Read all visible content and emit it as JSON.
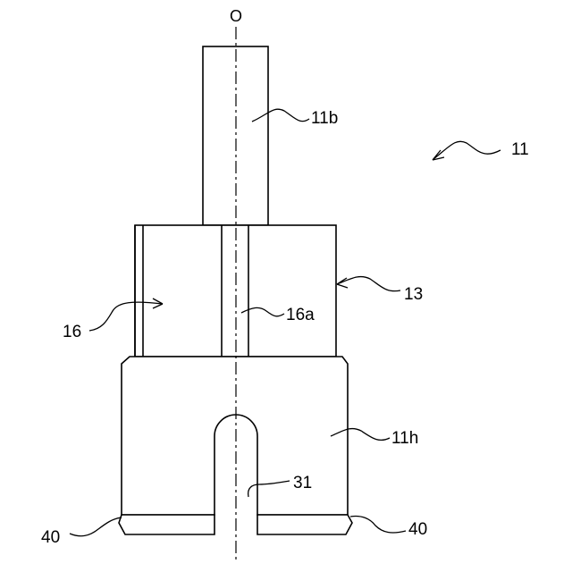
{
  "axis_label": "O",
  "labels": {
    "shaft": "11b",
    "assembly": "11",
    "sleeve": "13",
    "groove": "16",
    "groove_wall": "16a",
    "head": "11h",
    "slot": "31",
    "chamfer_left": "40",
    "chamfer_right": "40"
  }
}
